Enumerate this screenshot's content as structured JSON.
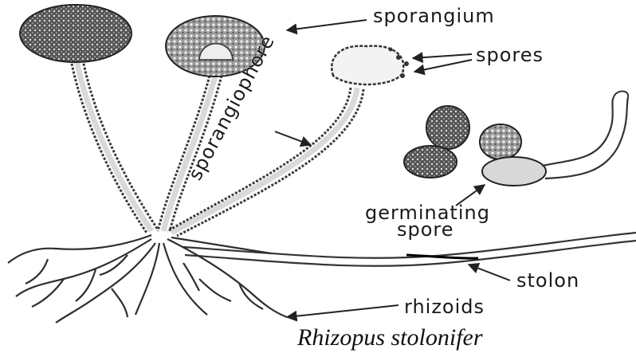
{
  "labels": {
    "sporangium": "sporangium",
    "spores": "spores",
    "sporangiophore": "sporangiophore",
    "germinating": "germinating",
    "spore": "spore",
    "stolon": "stolon",
    "rhizoids": "rhizoids"
  },
  "caption": "Rhizopus stolonifer",
  "colors": {
    "ink": "#2a2a2a",
    "background": "#ffffff"
  }
}
